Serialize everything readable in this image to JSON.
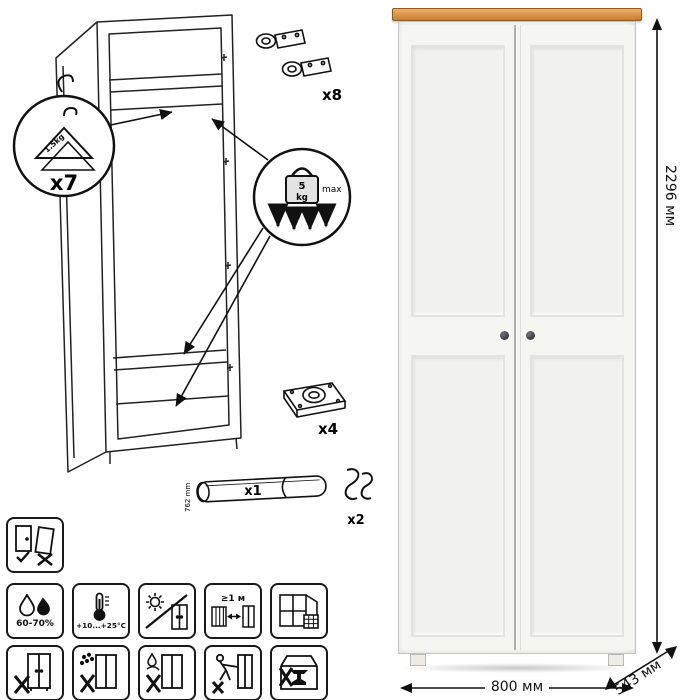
{
  "left_diagram": {
    "hanger_callout": {
      "icon": "hanger-icon",
      "count_label": "x7",
      "capacity_label": "1.5kg"
    },
    "load_callout": {
      "icon": "weight-icon",
      "value": "5",
      "unit": "kg",
      "max_label": "max"
    },
    "hinges": {
      "icon": "hinge-icon",
      "count_label": "x8"
    },
    "legs": {
      "icon": "furniture-leg-icon",
      "count_label": "x4"
    },
    "rod": {
      "icon": "hanging-rod-icon",
      "count_label": "x1",
      "length_label": "762 mm"
    },
    "hooks": {
      "icon": "hook-icon",
      "count_label": "x2"
    }
  },
  "dimensions": {
    "height_label": "2296 мм",
    "width_label": "800 мм",
    "depth_label": "543 мм"
  },
  "care": {
    "orientation": {
      "icon": "panel-orientation-icon"
    },
    "humidity": {
      "icon": "humidity-icon",
      "label": "60-70%"
    },
    "temperature": {
      "icon": "temperature-icon",
      "label": "+10...+25°C"
    },
    "sunlight": {
      "icon": "avoid-direct-sunlight-icon"
    },
    "heat_distance": {
      "icon": "heater-distance-icon",
      "label": "≥1 м"
    },
    "ventilation": {
      "icon": "ventilation-icon"
    },
    "no_tilt": {
      "icon": "no-tilt-icon"
    },
    "no_abrasives": {
      "icon": "no-abrasive-cleaners-icon"
    },
    "no_solvents": {
      "icon": "no-solvents-icon"
    },
    "no_drag": {
      "icon": "do-not-drag-icon"
    },
    "no_heavy_load": {
      "icon": "no-heavy-impact-icon"
    }
  },
  "colors": {
    "top_trim": "#c67f33",
    "body": "#f5f5f1",
    "knob": "#2b2b31",
    "line": "#111111"
  }
}
